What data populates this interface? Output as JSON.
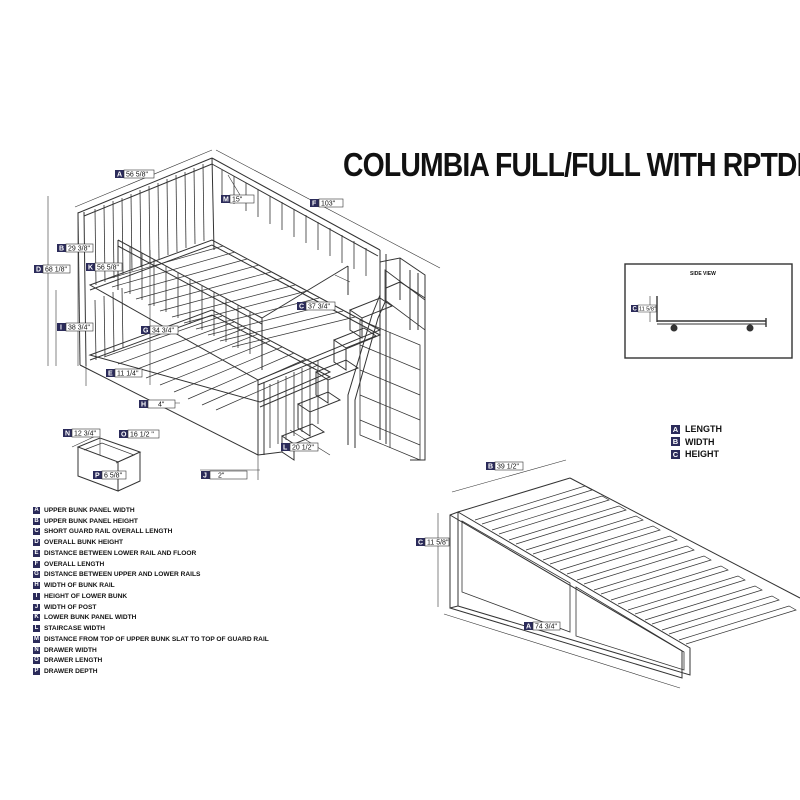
{
  "title": "COLUMBIA FULL/FULL WITH RPTDL",
  "side_view_label": "SIDE VIEW",
  "colors": {
    "label_box": "#2b2b5a",
    "line": "#333333"
  },
  "dimensions": {
    "A": "56 5/8\"",
    "F": "103\"",
    "M": "15\"",
    "B": "29 3/8\"",
    "D": "68 1/8\"",
    "K": "56 5/8\"",
    "C": "37 3/4\"",
    "G": "34 3/4\"",
    "I": "38 3/4\"",
    "E": "11 1/4\"",
    "H": "4\"",
    "N": "12 3/4\"",
    "O": "16 1/2 \"",
    "P": "6 5/8\"",
    "L": "20 1/2\"",
    "J": "2\"",
    "side_C": "11 5/8\"",
    "trundle_B": "39 1/2\"",
    "trundle_C": "11 5/8\"",
    "trundle_A": "74 3/4\""
  },
  "legend": [
    {
      "letter": "A",
      "text": "UPPER BUNK PANEL WIDTH"
    },
    {
      "letter": "B",
      "text": "UPPER BUNK PANEL HEIGHT"
    },
    {
      "letter": "C",
      "text": "SHORT GUARD RAIL OVERALL LENGTH"
    },
    {
      "letter": "D",
      "text": "OVERALL BUNK HEIGHT"
    },
    {
      "letter": "E",
      "text": "DISTANCE BETWEEN LOWER RAIL AND FLOOR"
    },
    {
      "letter": "F",
      "text": "OVERALL LENGTH"
    },
    {
      "letter": "G",
      "text": "DISTANCE BETWEEN UPPER AND LOWER RAILS"
    },
    {
      "letter": "H",
      "text": "WIDTH OF BUNK RAIL"
    },
    {
      "letter": "I",
      "text": "HEIGHT OF LOWER BUNK"
    },
    {
      "letter": "J",
      "text": "WIDTH OF POST"
    },
    {
      "letter": "K",
      "text": "LOWER BUNK PANEL WIDTH"
    },
    {
      "letter": "L",
      "text": "STAIRCASE WIDTH"
    },
    {
      "letter": "M",
      "text": "DISTANCE FROM TOP OF UPPER BUNK SLAT TO TOP OF GUARD RAIL"
    },
    {
      "letter": "N",
      "text": "DRAWER WIDTH"
    },
    {
      "letter": "O",
      "text": "DRAWER LENGTH"
    },
    {
      "letter": "P",
      "text": "DRAWER DEPTH"
    }
  ],
  "key": [
    {
      "letter": "A",
      "text": "LENGTH"
    },
    {
      "letter": "B",
      "text": "WIDTH"
    },
    {
      "letter": "C",
      "text": "HEIGHT"
    }
  ]
}
